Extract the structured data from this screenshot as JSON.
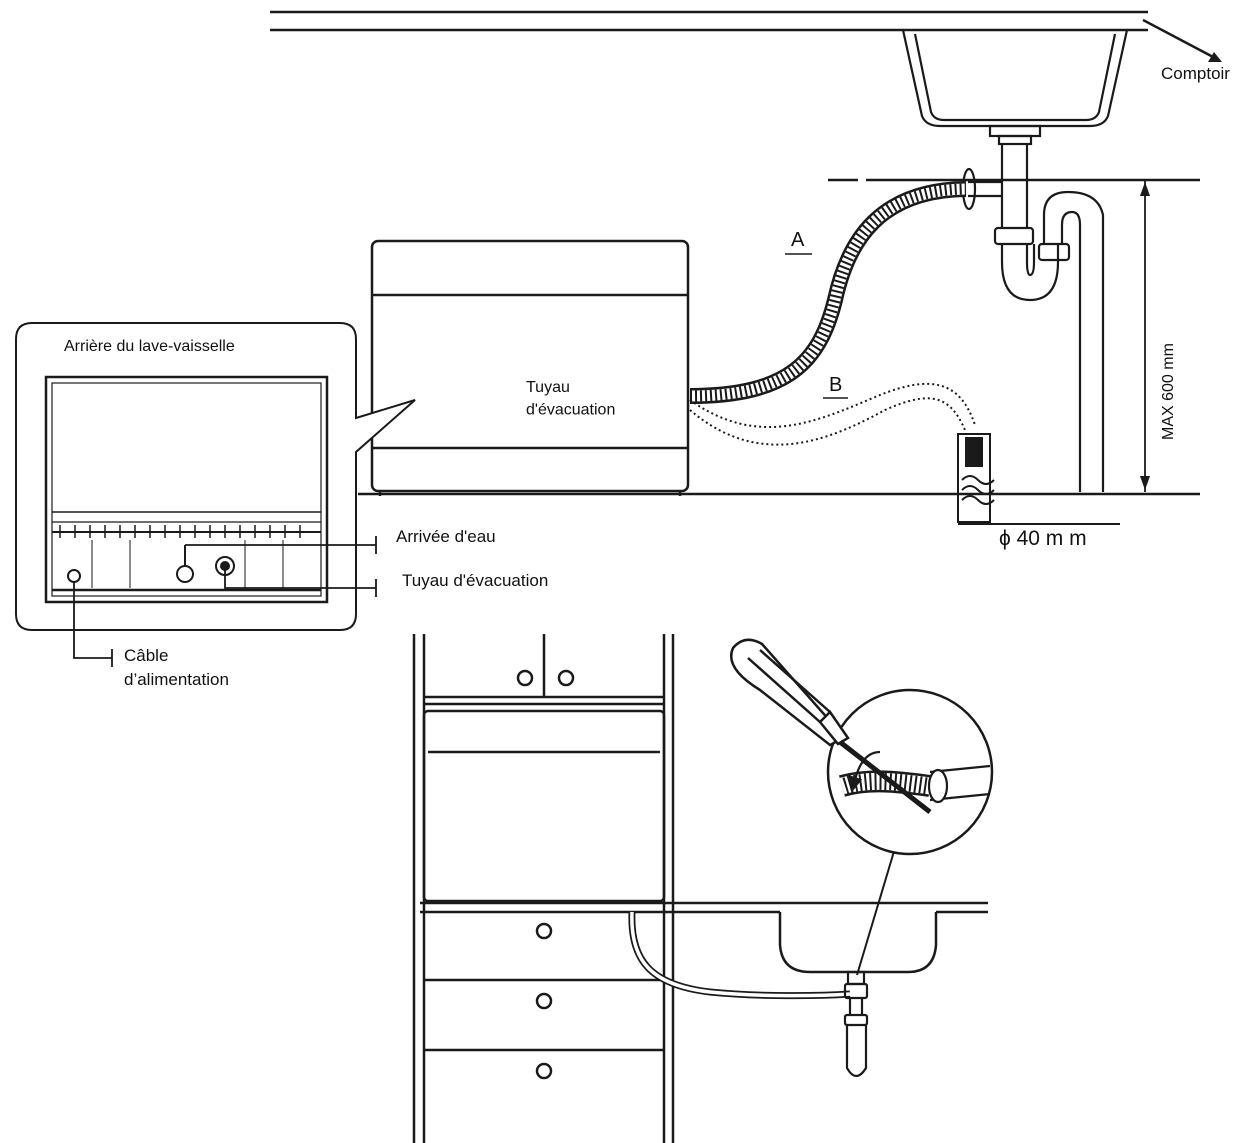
{
  "labels": {
    "countertop": "Comptoir",
    "hose_a": "A",
    "hose_b": "B",
    "max_height": "MAX 600 mm",
    "drain_diameter": "ϕ 40 m m",
    "drain_hose_main": "Tuyau\nd'évacuation",
    "rear_title": "Arrière du lave-vaisselle",
    "water_inlet": "Arrivée d'eau",
    "drain_hose_rear": "Tuyau d'évacuation",
    "power_cable": "Câble\nd’alimentation"
  },
  "icons": [
    "screwdriver-icon",
    "hose-clamp-icon"
  ]
}
